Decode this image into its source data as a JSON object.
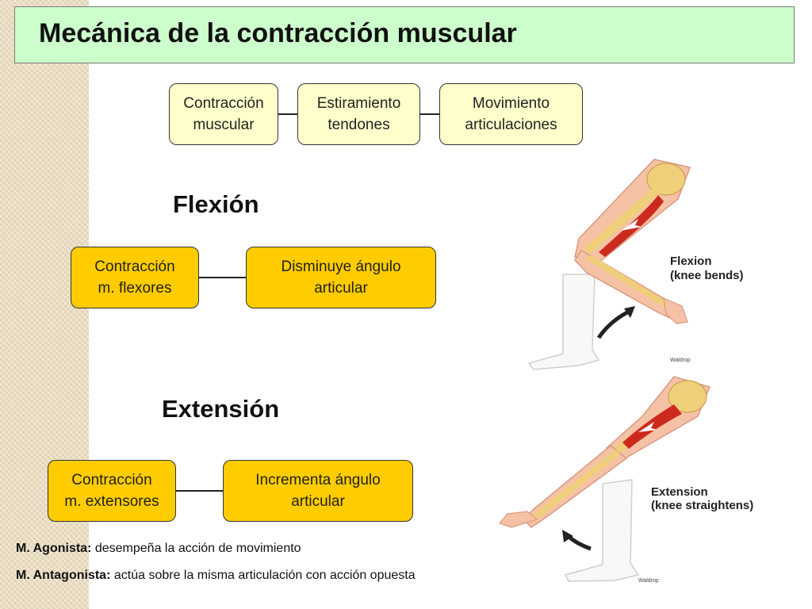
{
  "title": "Mecánica de la contracción muscular",
  "top_chain": [
    "Contracción\nmuscular",
    "Estiramiento\ntendones",
    "Movimiento\narticulaciones"
  ],
  "flexion": {
    "heading": "Flexión",
    "boxes": [
      "Contracción\nm. flexores",
      "Disminuye ángulo\narticular"
    ]
  },
  "extension": {
    "heading": "Extensión",
    "boxes": [
      "Contracción\nm. extensores",
      "Incrementa ángulo\narticular"
    ]
  },
  "definitions": {
    "agonista_term": "M. Agonista:",
    "agonista_text": " desempeña la acción de movimiento",
    "antagonista_term": "M. Antagonista:",
    "antagonista_text": " actúa sobre la misma articulación con acción opuesta"
  },
  "figures": {
    "flexion_label_1": "Flexion",
    "flexion_label_2": "(knee bends)",
    "extension_label_1": "Extension",
    "extension_label_2": "(knee straightens)",
    "credit": "Waldrop"
  },
  "colors": {
    "title_bg": "#ccffcc",
    "pale_box": "#ffffcc",
    "gold_box": "#ffcc00",
    "muscle": "#cc2a1e",
    "bone": "#f0cf7a",
    "skin": "#f6c2a6"
  }
}
